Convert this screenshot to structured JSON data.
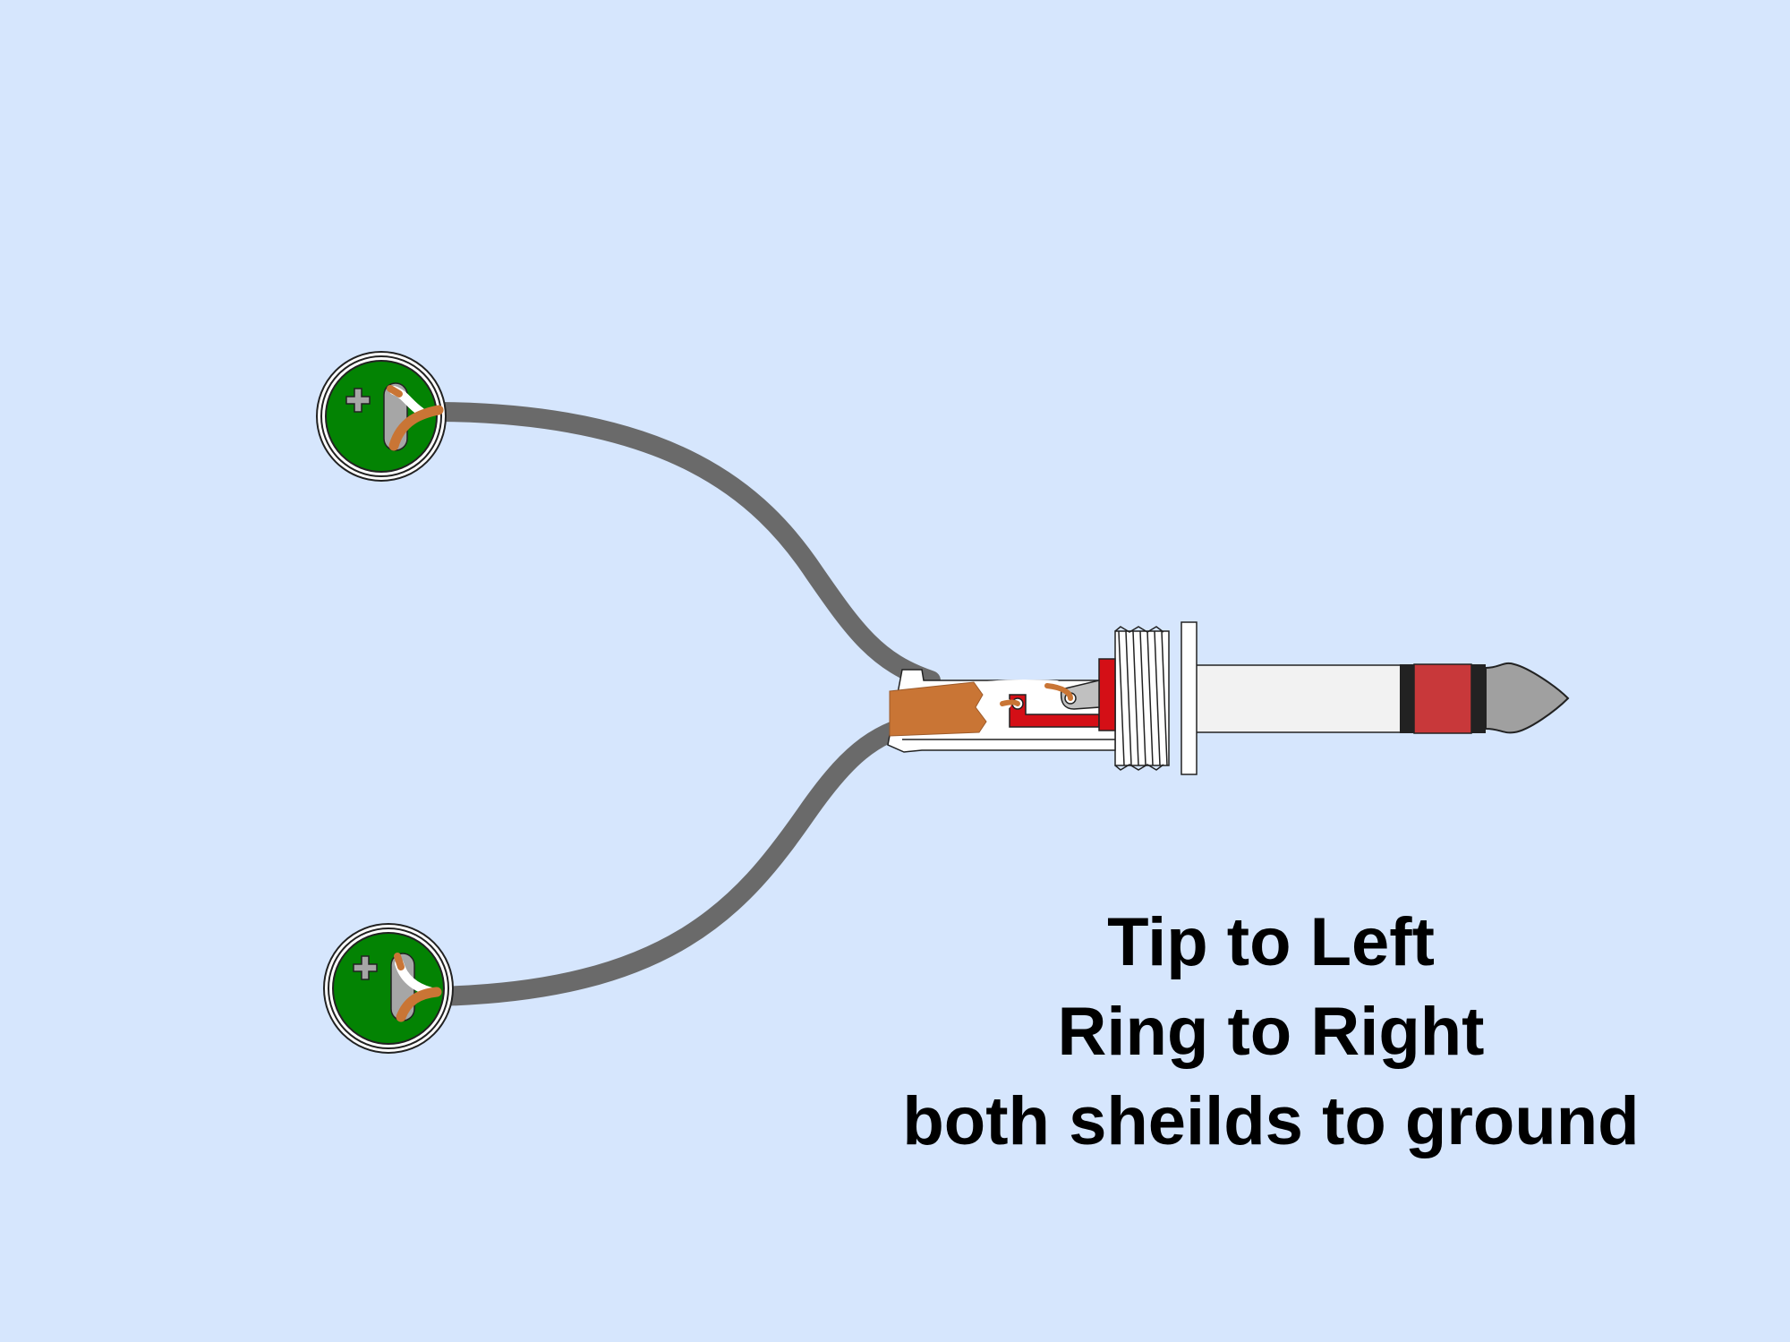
{
  "caption": {
    "line1": "Tip to Left",
    "line2": "Ring to Right",
    "line3": "both sheilds to ground"
  },
  "icons": {
    "top_pickup": "pickup-disc-icon",
    "bottom_pickup": "pickup-disc-icon",
    "plug": "trs-plug-icon"
  },
  "colors": {
    "background": "#d6e6fd",
    "cable": "#6a6a6a",
    "pickup_disc": "#038303",
    "solder_lug": "#a6a6a6",
    "wire_copper": "#c97535",
    "wire_white": "#ffffff",
    "lug_red": "#d40f16",
    "plug_ring": "#c8383a",
    "plug_sleeve": "#f2f2f2",
    "plug_tip": "#a0a0a0"
  }
}
